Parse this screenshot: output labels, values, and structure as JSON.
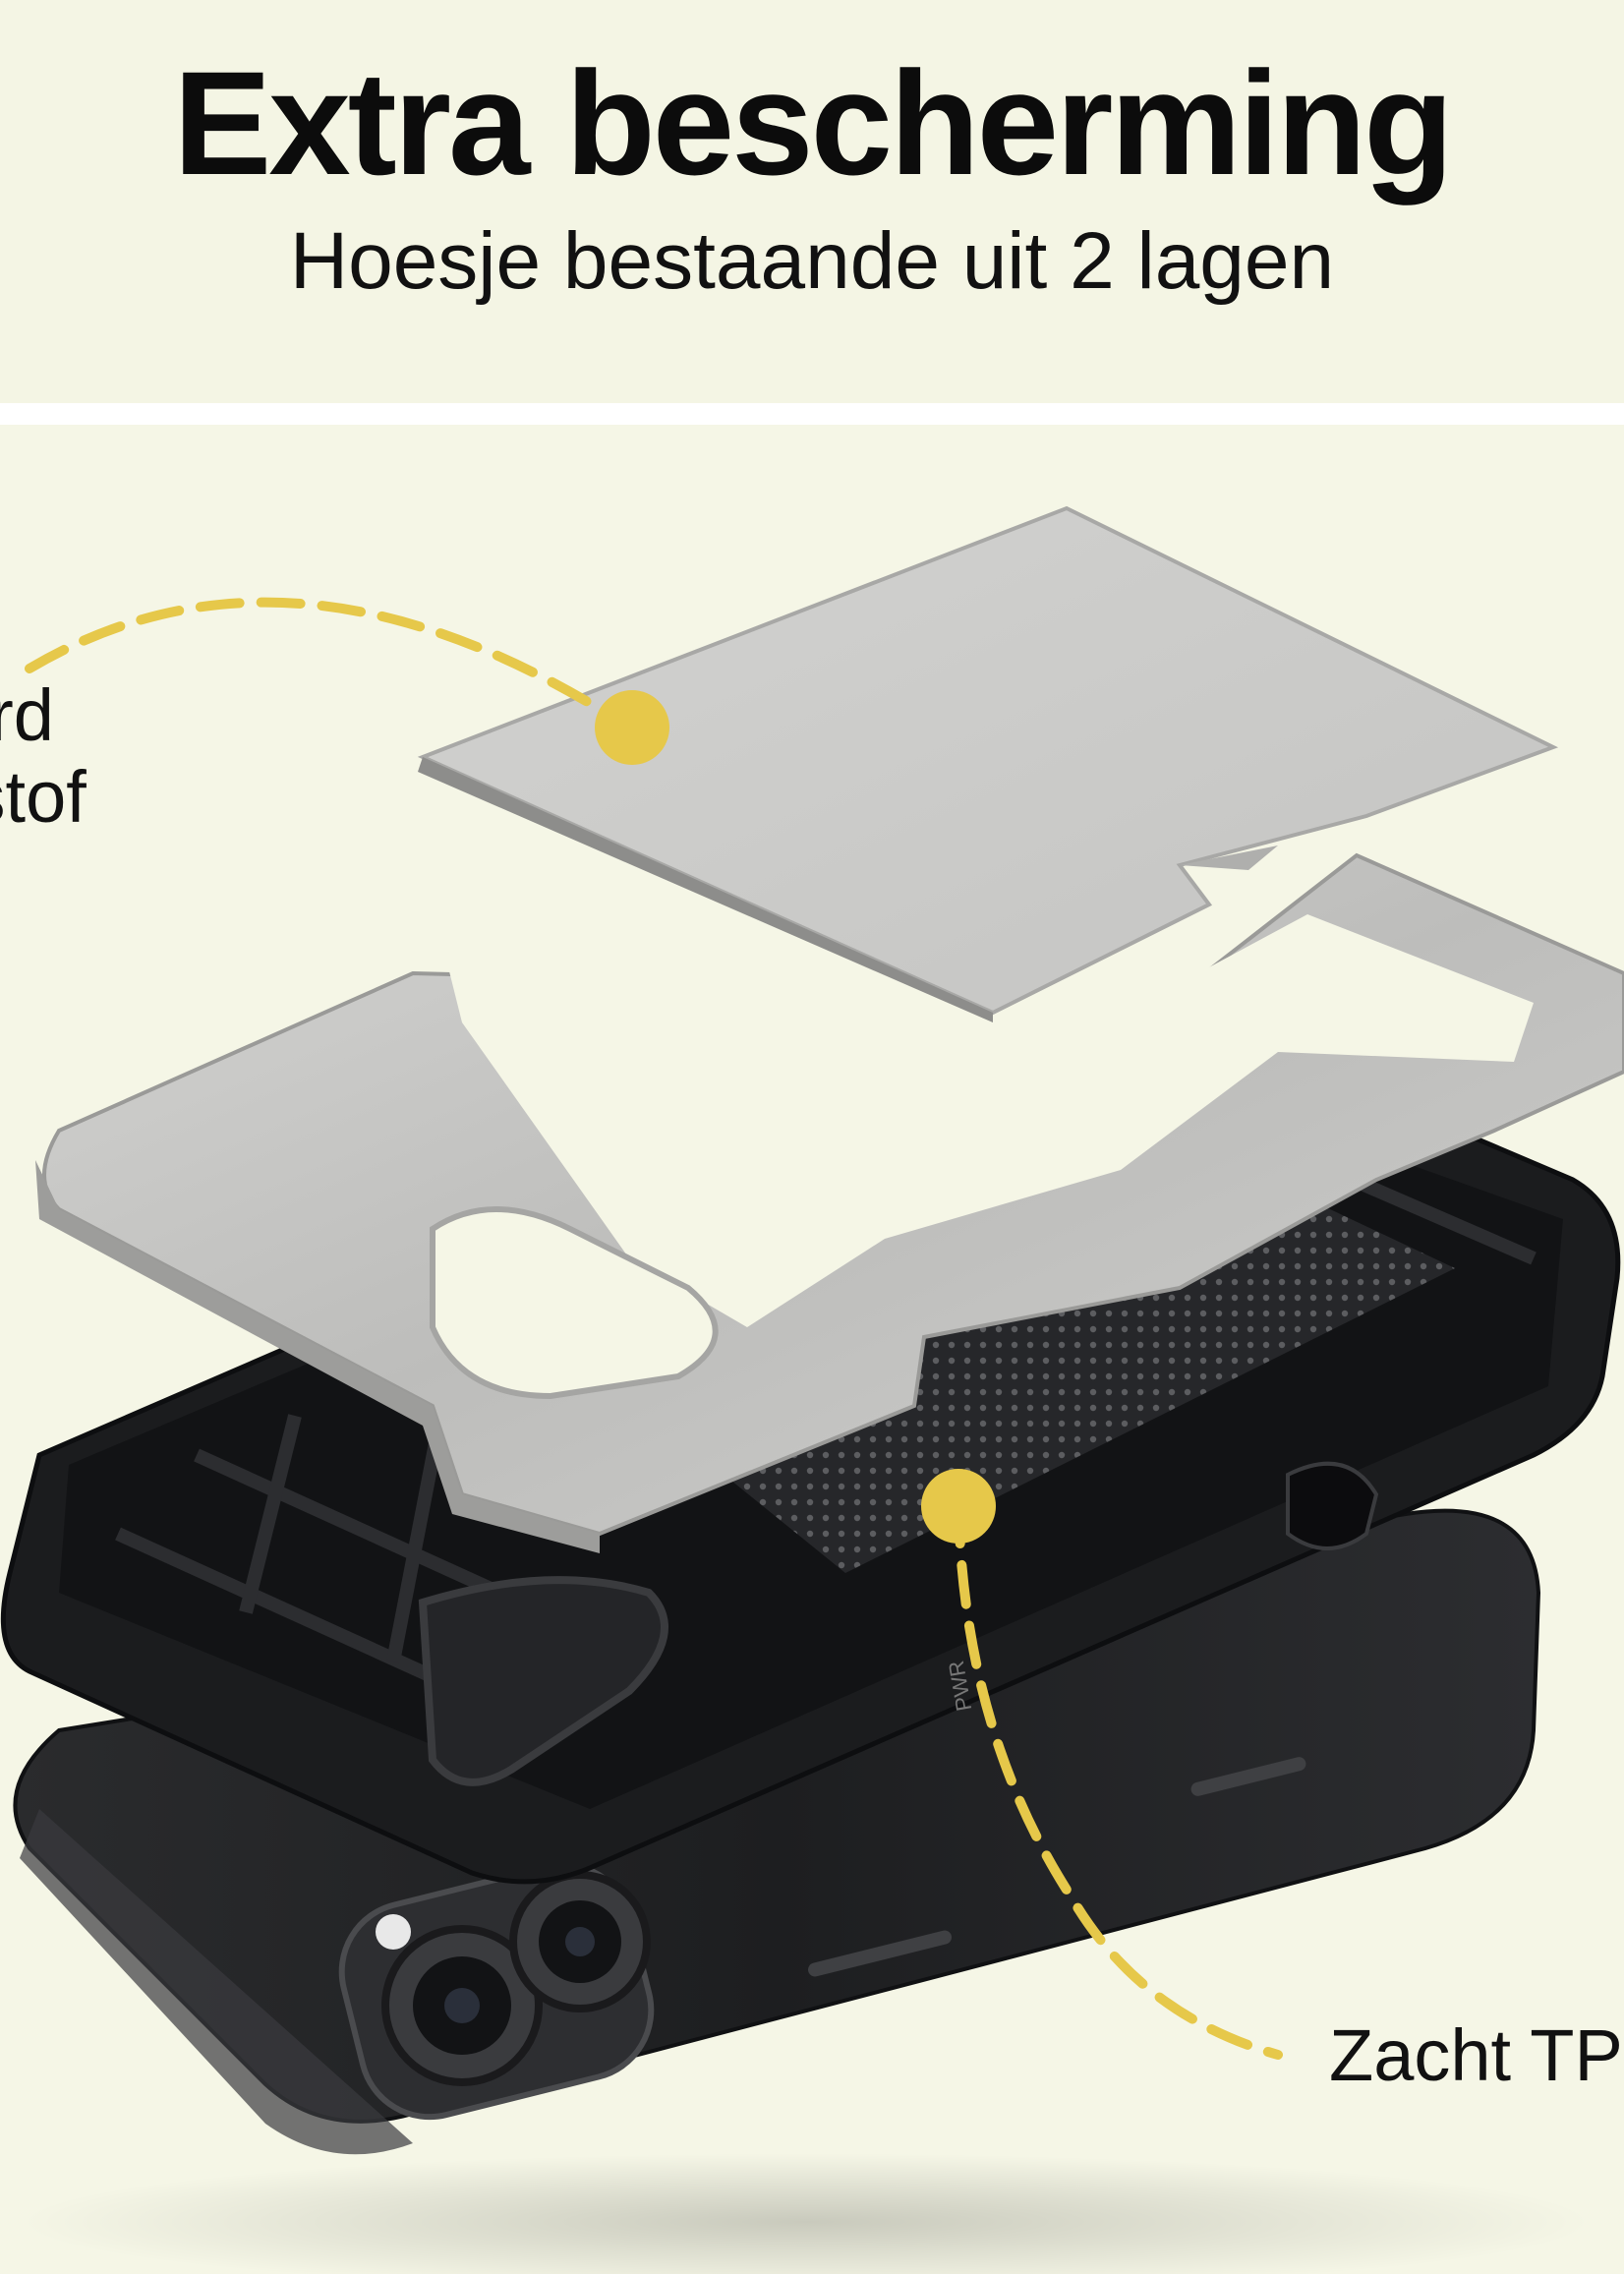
{
  "header": {
    "title": "Extra bescherming",
    "subtitle": "Hoesje bestaande uit 2 lagen"
  },
  "callouts": {
    "left_line1": "ard",
    "left_line2": "tstof",
    "right": "Zacht TP"
  },
  "phone": {
    "port_text": "PWR"
  },
  "colors": {
    "background": "#f5f6e6",
    "accent": "#e6c84a",
    "shell": "#c9c9c7",
    "case": "#1b1c1e",
    "text": "#0c0c0c"
  }
}
